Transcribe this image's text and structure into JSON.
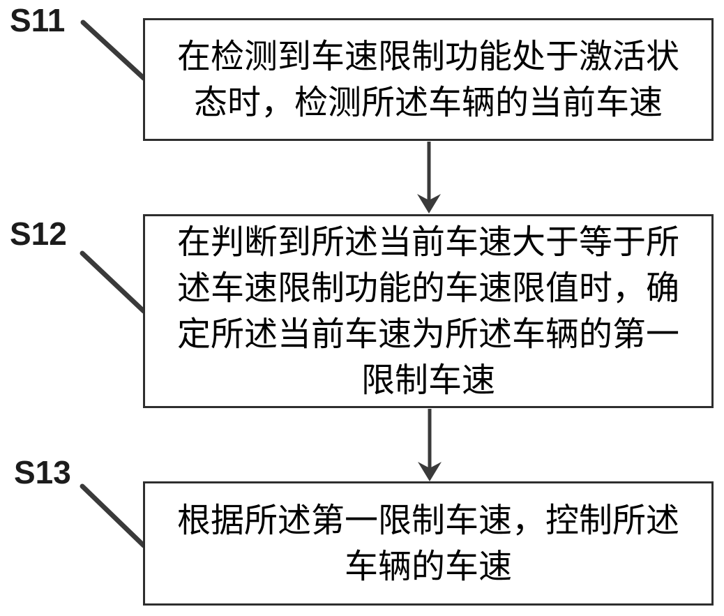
{
  "flowchart": {
    "background": "#ffffff",
    "line_color": "#3a3a3a",
    "border_color": "#2e2e2e",
    "text_color": "#000000",
    "steps": [
      {
        "label": "S11",
        "text": "在检测到车速限制功能处于激活状态时，检测所述车辆的当前车速"
      },
      {
        "label": "S12",
        "text": "在判断到所述当前车速大于等于所述车速限制功能的车速限值时，确定所述当前车速为所述车辆的第一限制车速"
      },
      {
        "label": "S13",
        "text": "根据所述第一限制车速，控制所述车辆的车速"
      }
    ]
  }
}
